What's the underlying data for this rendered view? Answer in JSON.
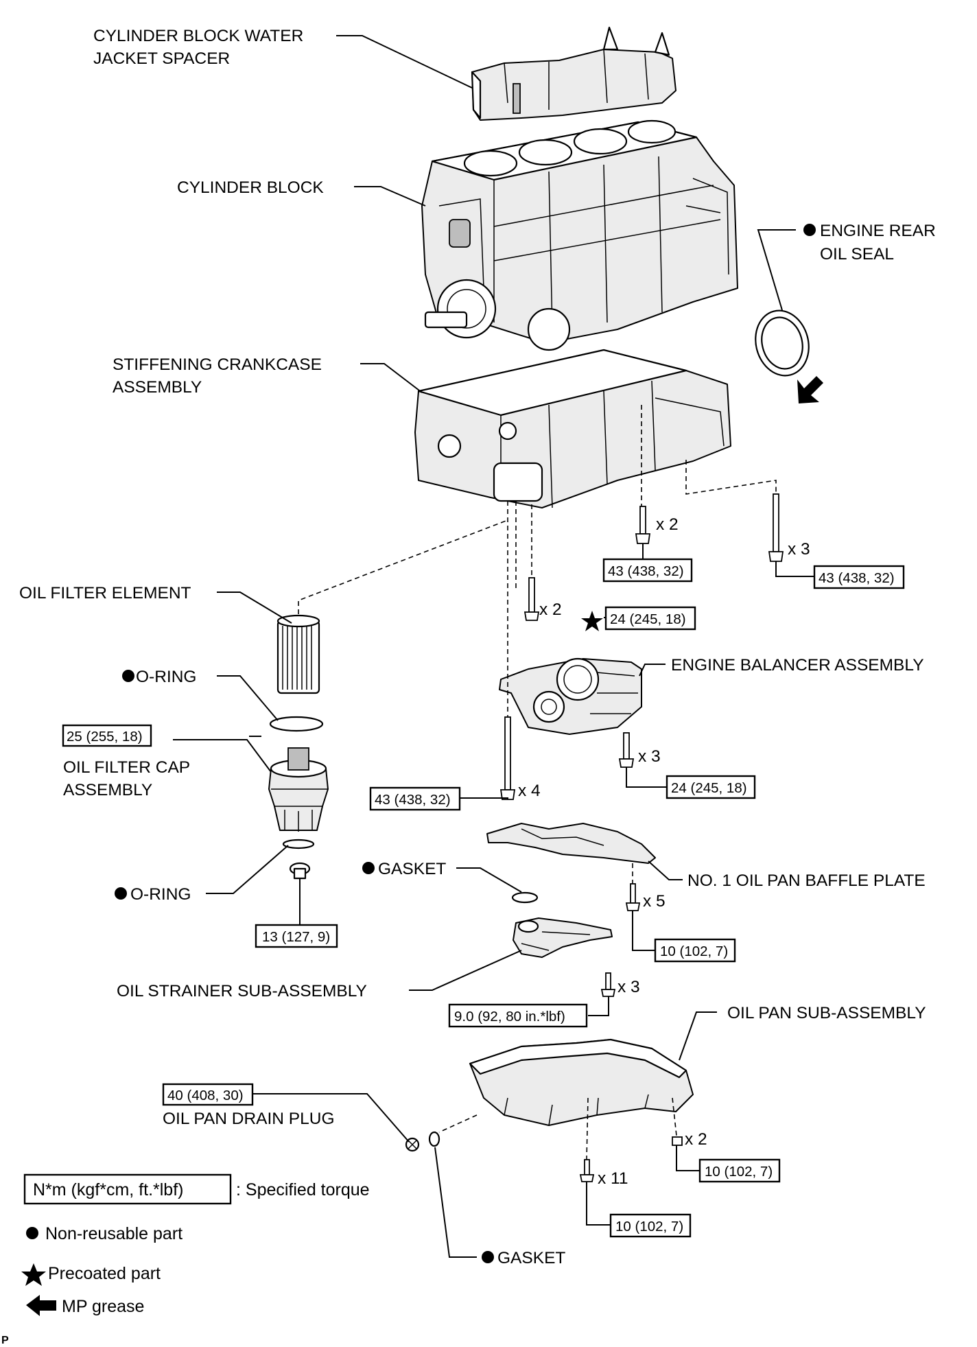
{
  "labels": {
    "water_jacket_spacer_1": "CYLINDER BLOCK WATER",
    "water_jacket_spacer_2": "JACKET SPACER",
    "cylinder_block": "CYLINDER BLOCK",
    "rear_oil_seal_1": "ENGINE REAR",
    "rear_oil_seal_2": "OIL SEAL",
    "stiffening_crankcase_1": "STIFFENING CRANKCASE",
    "stiffening_crankcase_2": "ASSEMBLY",
    "oil_filter_element": "OIL FILTER ELEMENT",
    "o_ring_upper": "O-RING",
    "oil_filter_cap_1": "OIL FILTER CAP",
    "oil_filter_cap_2": "ASSEMBLY",
    "o_ring_lower": "O-RING",
    "engine_balancer": "ENGINE BALANCER ASSEMBLY",
    "gasket_upper": "GASKET",
    "baffle_plate": "NO. 1 OIL PAN BAFFLE PLATE",
    "oil_strainer": "OIL STRAINER SUB-ASSEMBLY",
    "oil_pan": "OIL PAN SUB-ASSEMBLY",
    "drain_plug": "OIL PAN DRAIN PLUG",
    "gasket_lower": "GASKET"
  },
  "quantities": {
    "crankcase_bolts_a": "x 2",
    "crankcase_bolts_b": "x 3",
    "balancer_bolts_short": "x 2",
    "balancer_bolts_side": "x 3",
    "balancer_bolts_long": "x 4",
    "baffle_bolts": "x 5",
    "strainer_bolts": "x 3",
    "oil_pan_nuts": "x 2",
    "oil_pan_bolts": "x 11"
  },
  "torques": {
    "crankcase_a": "43 (438, 32)",
    "crankcase_b": "43 (438, 32)",
    "balancer_short": "24 (245, 18)",
    "oil_filter_cap": "25 (255, 18)",
    "balancer_side": "24 (245, 18)",
    "balancer_long": "43 (438, 32)",
    "filter_drain": "13 (127, 9)",
    "baffle": "10 (102, 7)",
    "strainer": "9.0 (92, 80 in.*lbf)",
    "drain_plug": "40 (408, 30)",
    "oil_pan_nuts": "10 (102, 7)",
    "oil_pan_bolts": "10 (102, 7)"
  },
  "legend": {
    "torque_unit": "N*m (kgf*cm, ft.*lbf)",
    "torque_desc": ": Specified torque",
    "non_reusable": "Non-reusable part",
    "precoated": "Precoated part",
    "mp_grease": "MP grease"
  },
  "icons": {
    "non_reusable": "filled-circle-icon",
    "precoated": "star-icon",
    "mp_grease": "arrow-left-icon"
  },
  "footer_mark": "P"
}
